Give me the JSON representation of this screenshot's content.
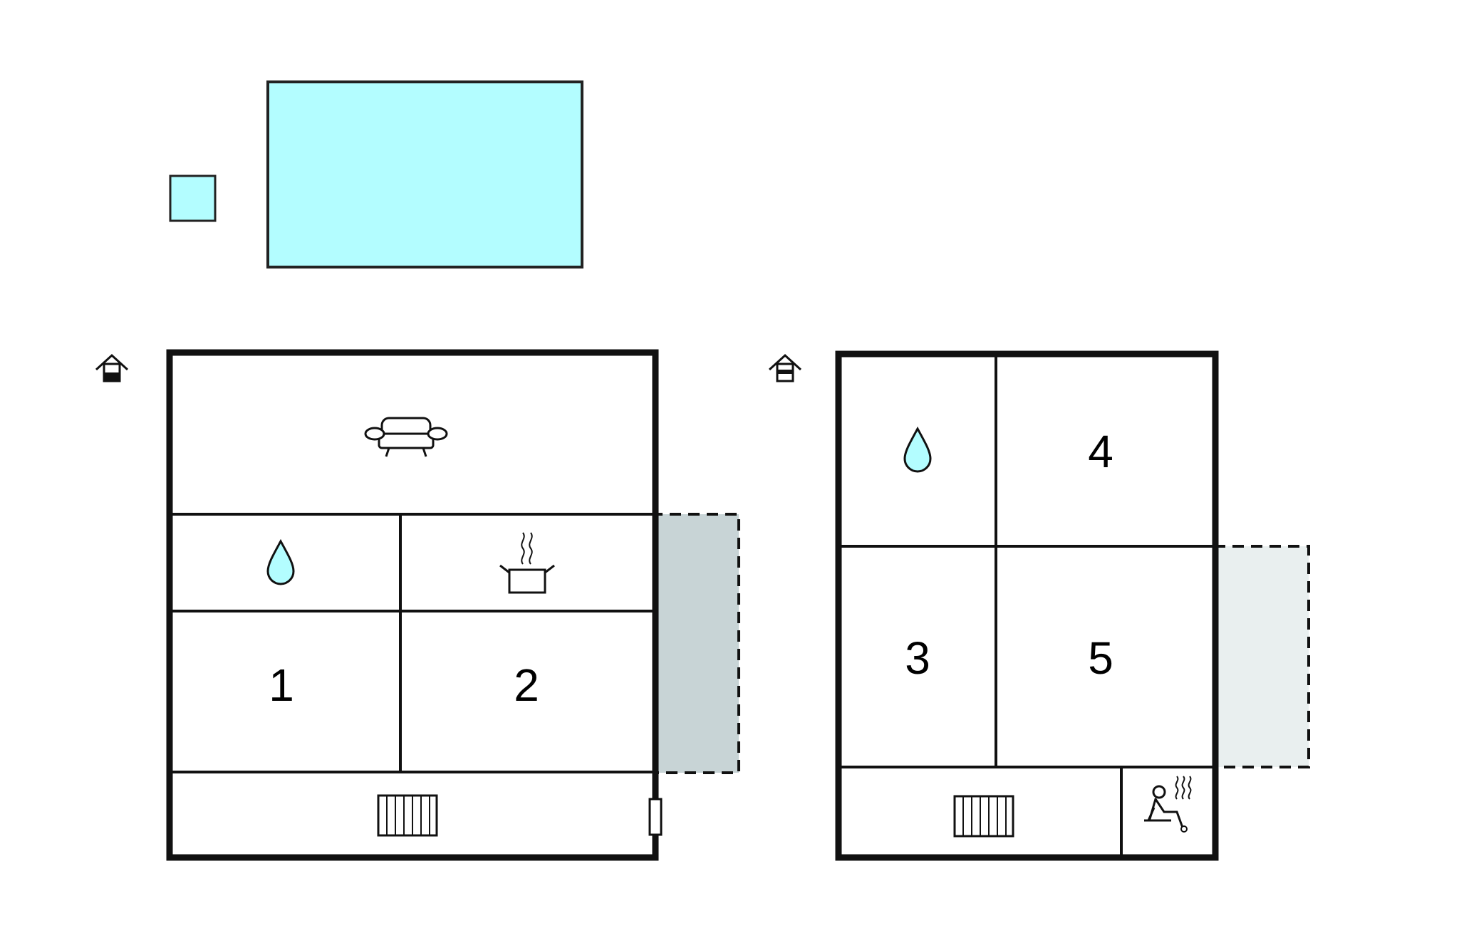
{
  "colors": {
    "water": "#b3fdff",
    "terrace_dark": "#c8d4d6",
    "terrace_light": "#e9efef",
    "wall": "#111111",
    "background": "#ffffff"
  },
  "pools": [
    {
      "name": "small-pool"
    },
    {
      "name": "large-pool"
    }
  ],
  "floors": [
    {
      "name": "ground-floor",
      "entrance_icon": "house-entrance-icon",
      "rooms": [
        {
          "name": "living-room",
          "icon": "sofa-icon"
        },
        {
          "name": "bathroom",
          "icon": "water-drop-icon"
        },
        {
          "name": "kitchen",
          "icon": "cooking-pot-icon"
        },
        {
          "name": "bedroom-1",
          "label": "1"
        },
        {
          "name": "bedroom-2",
          "label": "2"
        },
        {
          "name": "utility-room",
          "icon": "radiator-icon"
        }
      ],
      "terrace": {
        "name": "covered-terrace"
      }
    },
    {
      "name": "upper-floor",
      "entrance_icon": "house-entrance-icon",
      "rooms": [
        {
          "name": "bathroom",
          "icon": "water-drop-icon"
        },
        {
          "name": "bedroom-4",
          "label": "4"
        },
        {
          "name": "bedroom-3",
          "label": "3"
        },
        {
          "name": "bedroom-5",
          "label": "5"
        },
        {
          "name": "utility-room",
          "icon": "radiator-icon"
        },
        {
          "name": "sauna",
          "icon": "sauna-icon"
        }
      ],
      "terrace": {
        "name": "terrace"
      }
    }
  ]
}
